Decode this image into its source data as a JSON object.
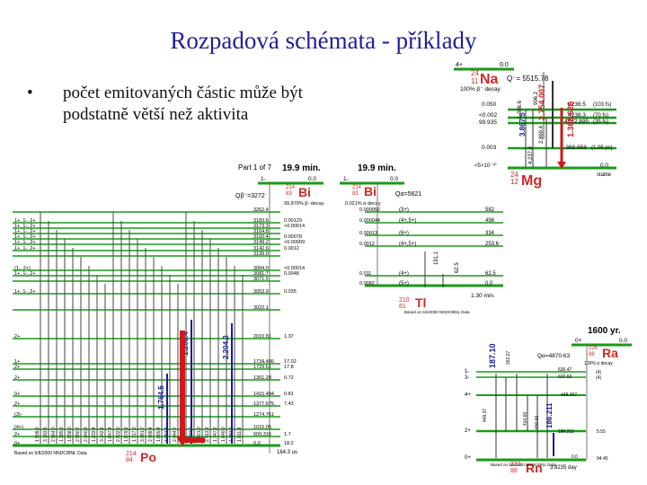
{
  "slide": {
    "title": "Rozpadová schémata - příklady",
    "bullet_line1": "počet emitovaných částic může být",
    "bullet_line2": "podstatně větší než aktivita"
  },
  "na24": {
    "top_left": "4+",
    "top_right": "0.0",
    "mass": "24",
    "z": "11",
    "symbol": "Na",
    "q": "Q⁻= 5515.78",
    "decay": "100% β⁻ decay",
    "gamma_labels": [
      "3.867.5",
      "2.754.007",
      "1.368.626",
      "4.237.9",
      "996.2",
      "1.386.6",
      "2.869.4"
    ],
    "levels": [
      {
        "left": "0.050",
        "right": "5236.5",
        "extra": "(103 fs)"
      },
      {
        "left": "<0.002",
        "right": "4238.3",
        "extra": "(70 fs)"
      },
      {
        "left": "99.935",
        "right": "4122.895",
        "extra": "(35 fs)"
      },
      {
        "left": "0.003",
        "right": "1.368.658",
        "extra": "(1.05 ps)"
      },
      {
        "left": "<5×10⁻¹⁰",
        "right": "0.0",
        "extra": "stable"
      }
    ],
    "daughter_mass": "24",
    "daughter_z": "12",
    "daughter_symbol": "Mg"
  },
  "bi214": {
    "part": "Part 1 of 7",
    "halflife": "19.9 min.",
    "spin": "1-",
    "energy": "0.0",
    "mass": "214",
    "z": "83",
    "symbol": "Bi",
    "q": "Qβ⁻=3272",
    "decay": "99.979% β- decay",
    "levels": [
      {
        "spin": "",
        "energy": "3262.4",
        "int": ""
      },
      {
        "spin": "1+, 1-, 2+",
        "energy": "3183.6",
        "int": "0.00129"
      },
      {
        "spin": "1+, 1-, 2+",
        "energy": "3173.3",
        "int": "<0.00014"
      },
      {
        "spin": "1+, 1-, 2+",
        "energy": "3164.8",
        "int": ""
      },
      {
        "spin": "1+, 1-, 2+",
        "energy": "3160.4",
        "int": "0.00078"
      },
      {
        "spin": "1+, 1-, 2+",
        "energy": "3149.2",
        "int": "<0.00009"
      },
      {
        "spin": "1+, 1-, 2+",
        "energy": "3142.6",
        "int": "0.0012"
      },
      {
        "spin": "",
        "energy": "3139.0",
        "int": ""
      },
      {
        "spin": "(1-, 2+)",
        "energy": "3094.0",
        "int": "<0.00014"
      },
      {
        "spin": "1+, 1-, 2+",
        "energy": "3081.7",
        "int": "0.0048"
      },
      {
        "spin": "",
        "energy": "3071.5",
        "int": ""
      },
      {
        "spin": "1+, 1-, 2+",
        "energy": "3053.9",
        "int": "0.035"
      },
      {
        "spin": "",
        "energy": "3022.1",
        "int": ""
      },
      {
        "spin": "2+",
        "energy": "2010.81",
        "int": "1.37"
      },
      {
        "spin": "1+",
        "energy": "1734.486",
        "int": "17.02"
      },
      {
        "spin": "2+",
        "energy": "1729.61",
        "int": "17.8"
      },
      {
        "spin": "2+",
        "energy": "1361.28",
        "int": "0.72"
      },
      {
        "spin": "0+",
        "energy": "1415.484",
        "int": "0.81"
      },
      {
        "spin": "2+",
        "energy": "1377.675",
        "int": "7.43"
      },
      {
        "spin": "(3)-",
        "energy": "1274.761",
        "int": ""
      },
      {
        "spin": "(4+)",
        "energy": "1015.05",
        "int": ""
      },
      {
        "spin": "2+",
        "energy": "609.316",
        "int": "1.7"
      },
      {
        "spin": "0+",
        "energy": "0.0",
        "int": "18.2"
      }
    ],
    "gamma_labels": [
      "1.509.2",
      "3.183.6",
      "2.564.0",
      "1.385.3",
      "1.658.0",
      "2.550.7",
      "2.340.3",
      "1.233.4",
      "3.142.6",
      "1.847.4",
      "2.922.0",
      "1.879.2",
      "1.717.0",
      "3.081.7",
      "2.499.4",
      "1.665.4",
      "3.053.9",
      "2.444.7",
      "1.407.6",
      "2.431.0",
      "2.421.0",
      "2.413.2",
      "1.747.2",
      "1.640.0",
      "1.281.7",
      "1.011.8"
    ],
    "gamma_highlight": [
      "1.764.5",
      "1.206.4",
      "2.204.2"
    ],
    "daughter_mass": "214",
    "daughter_z": "84",
    "daughter_symbol": "Po",
    "daughter_halflife": "164.3 us",
    "source": "Based on 5/8/2000 NNDC/BNL Data"
  },
  "bi214_alpha": {
    "halflife": "19.9 min.",
    "spin": "1-",
    "energy": "0.0",
    "mass": "214",
    "z": "83",
    "symbol": "Bi",
    "q": "Qα=5621",
    "decay": "0.021% α decay",
    "levels": [
      {
        "int": "0.000052",
        "spin": "(3+)",
        "energy": "582"
      },
      {
        "int": "0.000044",
        "spin": "(4+,5+)",
        "energy": "498"
      },
      {
        "int": "0.00013",
        "spin": "(6+)",
        "energy": "334"
      },
      {
        "int": "0.0012",
        "spin": "(4+,5+)",
        "energy": "253.6"
      },
      {
        "int": "0.011",
        "spin": "(4+)",
        "energy": "62.5"
      },
      {
        "int": "0.0082",
        "spin": "(5+)",
        "energy": "0.0"
      }
    ],
    "gamma_labels": [
      "191.1",
      "62.5"
    ],
    "daughter_mass": "210",
    "daughter_z": "81",
    "daughter_symbol": "Tl",
    "daughter_halflife": "1.30 min.",
    "source": "Based on 5/4/2000 NNDC/BNL Data"
  },
  "ra226": {
    "halflife": "1600 yr.",
    "spin": "0+",
    "energy": "0.0",
    "mass": "226",
    "z": "88",
    "symbol": "Ra",
    "q": "Qα=4870.63",
    "decay": "100% α decay",
    "levels": [
      {
        "int": "",
        "spin": "1-",
        "energy": "635.47"
      },
      {
        "int": "",
        "spin": "3-",
        "energy": "600.66"
      },
      {
        "int": "",
        "spin": "4+",
        "energy": "448.397"
      },
      {
        "int": "",
        "spin": "2+",
        "energy": "186.211"
      },
      {
        "int": "",
        "spin": "0+",
        "energy": "0.0"
      }
    ],
    "level_notes": [
      "(4)",
      "(4)",
      "5.55",
      "94.45"
    ],
    "gamma_labels": [
      "187.10",
      "186.211",
      "262.27",
      "449.37",
      "414.60",
      "600.66"
    ],
    "daughter_mass": "222",
    "daughter_z": "86",
    "daughter_symbol": "Rn",
    "daughter_halflife": "3.8235 day",
    "source": "Based on 5/5/2000 NNDC/BNL Data"
  }
}
